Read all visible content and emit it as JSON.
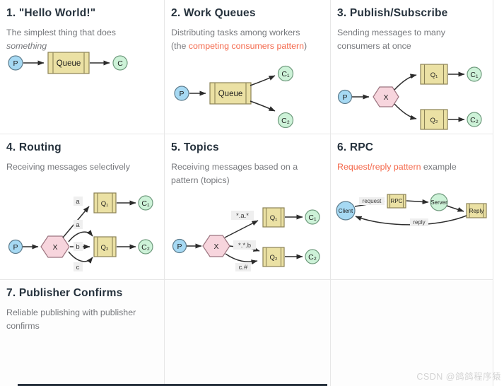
{
  "page": {
    "watermark": "CSDN @鸽鸽程序猿"
  },
  "colors": {
    "producer_fill": "#a6d9f3",
    "consumer_fill": "#cdf2d8",
    "queue_fill": "#ebe1a4",
    "exchange_fill": "#f7d5dd",
    "link_orange": "#f4684b",
    "title_text": "#25313c",
    "desc_text": "#77797d",
    "cell_border": "#e7e7e7",
    "bottom_strip": "#27313d"
  },
  "cells": {
    "c1": {
      "title": "1. \"Hello World!\"",
      "desc_pre": "The simplest thing that does ",
      "desc_em": "something"
    },
    "c2": {
      "title": "2. Work Queues",
      "desc_pre": "Distributing tasks among workers (the ",
      "desc_link": "competing consumers pattern",
      "desc_post": ")"
    },
    "c3": {
      "title": "3. Publish/Subscribe",
      "desc": "Sending messages to many consumers at once"
    },
    "c4": {
      "title": "4. Routing",
      "desc": "Receiving messages selectively"
    },
    "c5": {
      "title": "5. Topics",
      "desc": "Receiving messages based on a pattern (topics)"
    },
    "c6": {
      "title": "6. RPC",
      "desc_link": "Request/reply pattern",
      "desc_post": " example"
    },
    "c7": {
      "title": "7. Publisher Confirms",
      "desc": "Reliable publishing with publisher confirms"
    }
  },
  "diagrams": {
    "hello": {
      "p": "P",
      "queue": "Queue",
      "c": "C"
    },
    "work": {
      "p": "P",
      "queue": "Queue",
      "c1": "C₁",
      "c2": "C₂"
    },
    "pubsub": {
      "p": "P",
      "x": "X",
      "q1": "Q₁",
      "q2": "Q₂",
      "c1": "C₁",
      "c2": "C₂"
    },
    "routing": {
      "p": "P",
      "x": "X",
      "k1": "a",
      "k2": "a",
      "k3": "b",
      "k4": "c",
      "q1": "Q₁",
      "q2": "Q₂",
      "c1": "C₁",
      "c2": "C₂"
    },
    "topics": {
      "p": "P",
      "x": "X",
      "k1": "*.a.*",
      "k2": "*.*.b",
      "k3": "c.#",
      "q1": "Q₁",
      "q2": "Q₂",
      "c1": "C₁",
      "c2": "C₂"
    },
    "rpc": {
      "client": "Client",
      "request": "request",
      "rpc": "RPC",
      "server": "Server",
      "reply_box": "Reply",
      "reply": "reply"
    }
  }
}
